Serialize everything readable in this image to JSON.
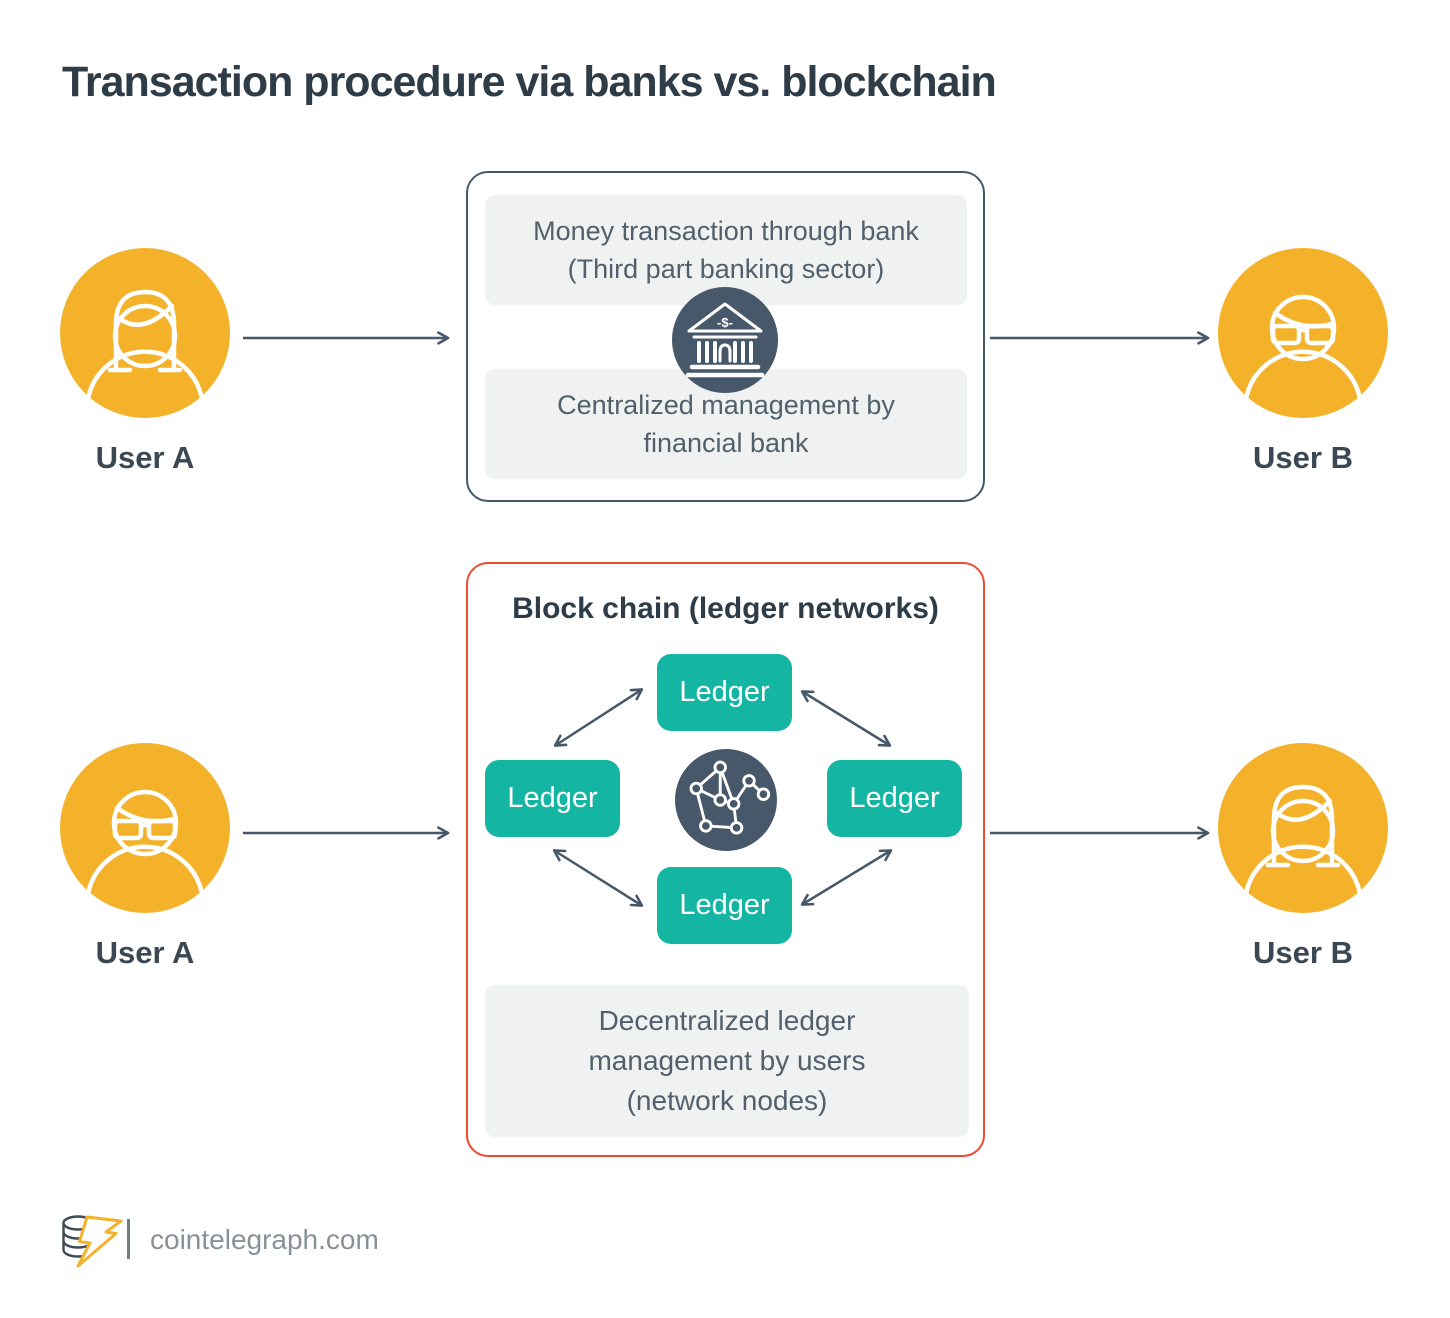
{
  "title": "Transaction procedure via banks vs. blockchain",
  "colors": {
    "yellow": "#F3B229",
    "teal": "#14B5A3",
    "slate": "#47586A",
    "heading": "#2E3C48",
    "body_text": "#51606C",
    "red": "#F04B32",
    "panel_gray": "#F0F1F1",
    "footer_gray": "#87919A"
  },
  "bank_flow": {
    "user_a_label": "User A",
    "user_b_label": "User B",
    "top_note": "Money transaction through bank\n(Third part banking sector)",
    "bottom_note": "Centralized management by\nfinancial bank",
    "center_icon": "bank-icon",
    "bank_sign": "-$-"
  },
  "blockchain_flow": {
    "user_a_label": "User A",
    "user_b_label": "User B",
    "box_title": "Block chain (ledger networks)",
    "ledgers": [
      "Ledger",
      "Ledger",
      "Ledger",
      "Ledger"
    ],
    "bottom_note": "Decentralized ledger\nmanagement by users\n(network nodes)",
    "center_icon": "network-icon"
  },
  "footer": {
    "logo_icon": "cointelegraph-logo",
    "site_label": "cointelegraph.com"
  }
}
